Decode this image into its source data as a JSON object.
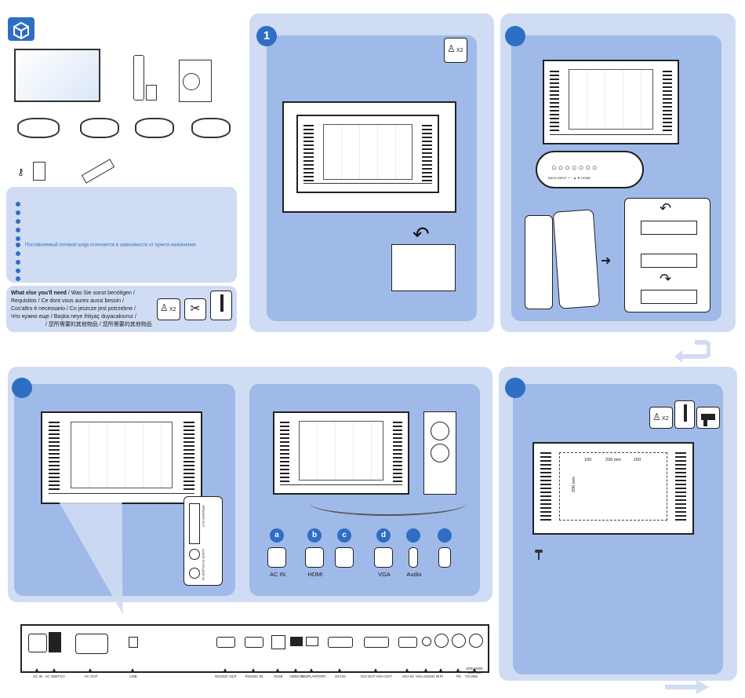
{
  "step_badges": [
    "1",
    "",
    "",
    ""
  ],
  "box_contents": {
    "russian_cord_note": "Поставляемый сетевой шнур отличается в зависимости от пункта назначения"
  },
  "what_else": {
    "line1_bold": "What else you'll need",
    "line1_rest": " / Was Sie sonst benötigen /",
    "line2": "Requisitos / Ce dont vous aurez aussi besoin /",
    "line3": "Cos'altro è necessario / Co jeszcze jest potrzebne /",
    "line4": "Что нужно еще / Başka neye ihtiyaç duyacaksınız /",
    "line5": "/ 您所需要的其他物品 / 您所需要的其他物品",
    "x2": "X2"
  },
  "step1": {
    "x2": "X2"
  },
  "step2": {
    "buttons": "BACK INPUT  +  −  ▲  ▼  HOME"
  },
  "step_connect": {
    "connectors": [
      {
        "cap": "a",
        "label": "AC IN"
      },
      {
        "cap": "b",
        "label": "HDMI"
      },
      {
        "cap": "c",
        "label": ""
      },
      {
        "cap": "d",
        "label": "VGA"
      },
      {
        "cap": "",
        "label": "Audio"
      },
      {
        "cap": "",
        "label": ""
      }
    ]
  },
  "step_mount": {
    "x2": "X2",
    "dim_left": "100",
    "dim_mid": "200 mm",
    "dim_right": "100",
    "dim_vert": "200 mm"
  },
  "io_panel": {
    "ports": [
      "AC IN",
      "AC SWITCH",
      "AC OUT",
      "USB",
      "RS232C OUT",
      "RS232C IN",
      "RJ45",
      "HDMI IN",
      "DISPLAYPORT",
      "DVI IN",
      "DVI OUT VGA OUT",
      "VGA IN",
      "VGA AUDIO IN",
      "Pr",
      "Pb",
      "Y/CVBS",
      "SPEAKER SWITCH"
    ]
  },
  "side_panel": {
    "speaker_out": "SPEAKER OUT",
    "audio_out": "AUDIO OUT",
    "audio_in": "AUDIO IN"
  }
}
